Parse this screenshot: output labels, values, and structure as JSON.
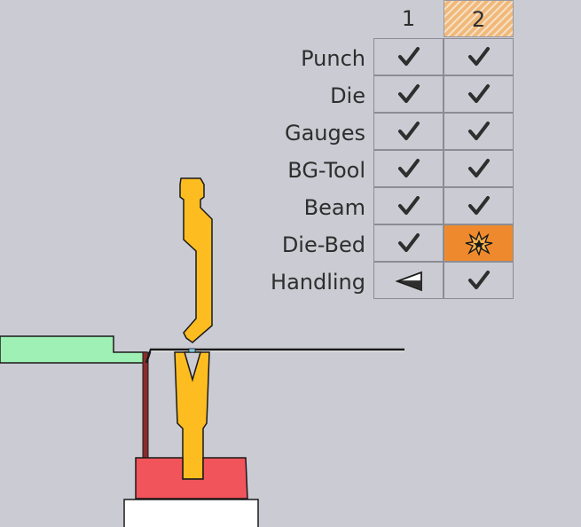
{
  "columns": [
    "1",
    "2"
  ],
  "rows": [
    {
      "label": "Punch",
      "cells": [
        "check-icon",
        "check-icon"
      ]
    },
    {
      "label": "Die",
      "cells": [
        "check-icon",
        "check-icon"
      ]
    },
    {
      "label": "Gauges",
      "cells": [
        "check-icon",
        "check-icon"
      ]
    },
    {
      "label": "BG-Tool",
      "cells": [
        "check-icon",
        "check-icon"
      ]
    },
    {
      "label": "Beam",
      "cells": [
        "check-icon",
        "check-icon"
      ]
    },
    {
      "label": "Die-Bed",
      "cells": [
        "check-icon",
        "collision-icon"
      ]
    },
    {
      "label": "Handling",
      "cells": [
        "handling-icon",
        "check-icon"
      ]
    }
  ],
  "colors": {
    "background": "#cbcbd3",
    "tool": "#fdbd20",
    "sheet_gauge": "#9ef0b4",
    "die_bed": "#f2545b",
    "collision_cell": "#ee8a2d",
    "selected_step": "#f0b97a"
  }
}
